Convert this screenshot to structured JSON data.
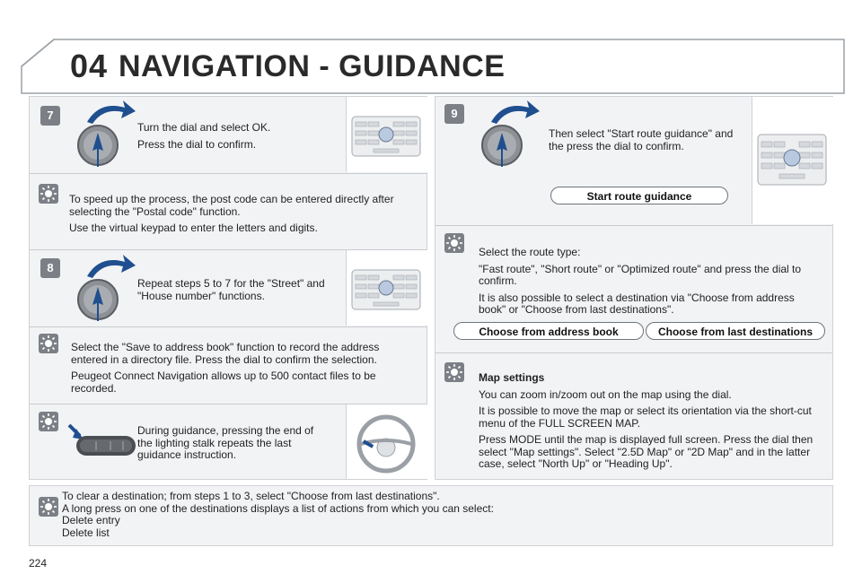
{
  "header": {
    "chapter": "04",
    "title": "NAVIGATION - GUIDANCE"
  },
  "left": {
    "step7": {
      "badge": "7",
      "line1": "Turn the dial and select OK.",
      "line2": "Press the dial to confirm."
    },
    "tip1": {
      "line1": "To speed up the process, the post code can be entered directly after selecting the \"Postal code\" function.",
      "line2": "Use the virtual keypad to enter the letters and digits."
    },
    "step8": {
      "badge": "8",
      "line1": "Repeat steps 5 to 7 for the \"Street\" and \"House number\" functions."
    },
    "tip2": {
      "line1": "Select the \"Save to address book\" function to record the address entered in a directory file. Press the dial to confirm the selection.",
      "line2": "Peugeot Connect Navigation allows up to 500 contact files to be recorded."
    },
    "tip3": {
      "line1": "During guidance, pressing the end of the lighting stalk repeats the last guidance instruction."
    }
  },
  "right": {
    "step9": {
      "badge": "9",
      "line1": "Then select \"Start route guidance\" and the press the dial to confirm.",
      "button": "Start route guidance"
    },
    "tip4": {
      "line1": "Select the route type:",
      "line2": "\"Fast route\", \"Short route\" or \"Optimized route\" and press the dial to confirm.",
      "line3": "It is also possible to select a destination via \"Choose from address book\" or \"Choose from last destinations\".",
      "button1": "Choose from address book",
      "button2": "Choose from last destinations"
    },
    "tip5": {
      "heading": "Map settings",
      "line1": "You can zoom in/zoom out on the map using the dial.",
      "line2": "It is possible to move the map or select its orientation via the short-cut menu of the FULL SCREEN MAP.",
      "line3": "Press MODE until the map is displayed full screen. Press the dial then select \"Map settings\". Select \"2.5D Map\" or \"2D Map\" and in the latter case, select \"North Up\" or \"Heading Up\"."
    }
  },
  "bottom": {
    "line1": "To clear a destination; from steps 1 to 3, select \"Choose from last destinations\".",
    "line2": "A long press on one of the destinations displays a list of actions from which you can select:",
    "line3": "Delete entry",
    "line4": "Delete list"
  },
  "footer": {
    "page": "224"
  },
  "colors": {
    "panel": "#f2f3f5",
    "badge": "#7c8086",
    "arrow": "#1f4f8f"
  }
}
